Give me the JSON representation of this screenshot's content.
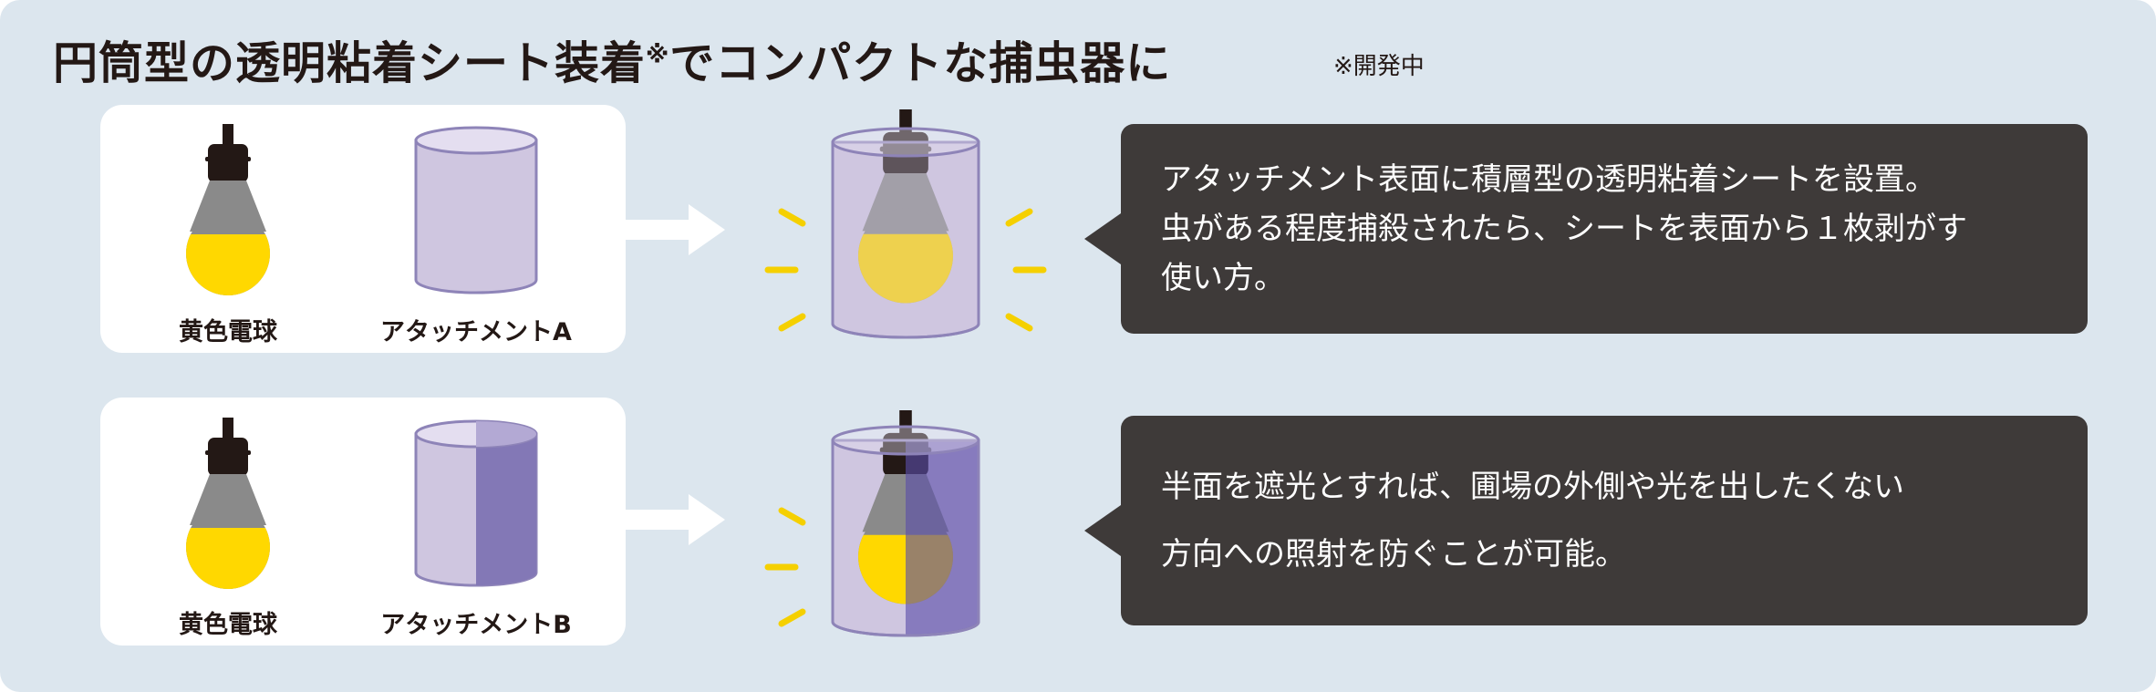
{
  "title": {
    "main": "円筒型の透明粘着シート装着",
    "mark": "※",
    "rest": "でコンパクトな捕虫器に",
    "note": "※開発中"
  },
  "rows": [
    {
      "bulb_label": "黄色電球",
      "attachment_label": "アタッチメントA",
      "description": [
        "アタッチメント表面に積層型の透明粘着シートを設置。",
        "虫がある程度捕殺されたら、シートを表面から１枚剥がす",
        "使い方。"
      ]
    },
    {
      "bulb_label": "黄色電球",
      "attachment_label": "アタッチメントB",
      "description": [
        "半面を遮光とすれば、圃場の外側や光を出したくない",
        "方向への照射を防ぐことが可能。"
      ]
    }
  ],
  "colors": {
    "background": "#dce6ee",
    "bulb_yellow": "#ffd800",
    "cylinder": "#cfc6e0",
    "shade": "#8378b6",
    "bubble": "#3e3a39"
  }
}
